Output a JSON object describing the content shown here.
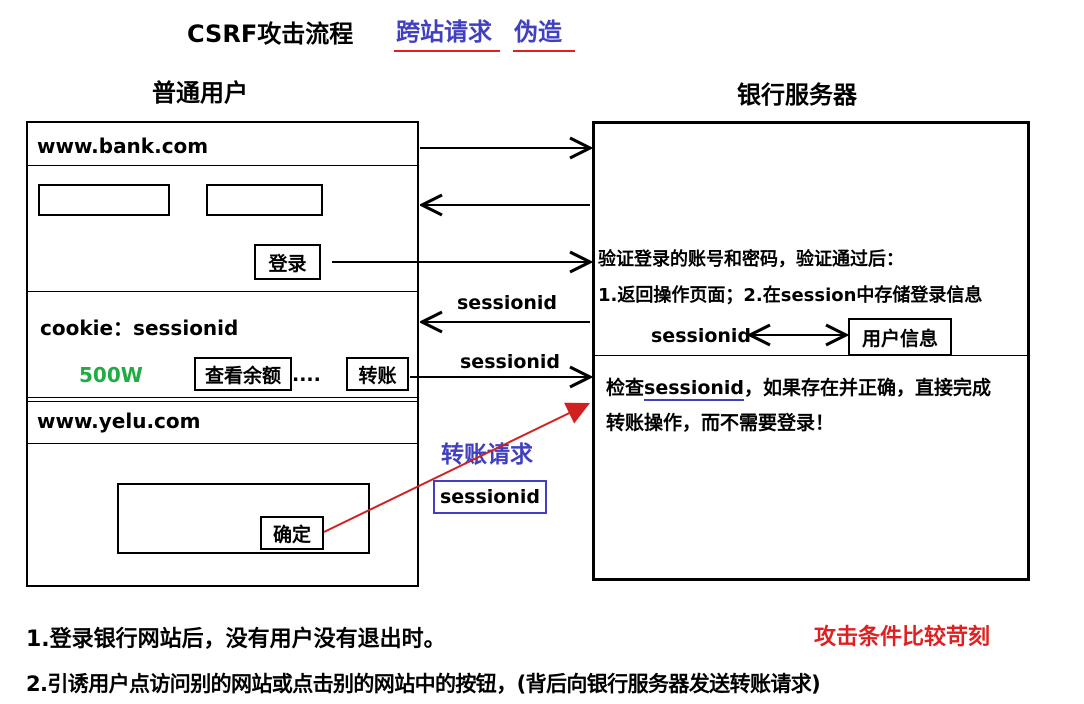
{
  "title": {
    "main": "CSRF攻击流程",
    "term1": "跨站请求",
    "term2": "伪造",
    "accent_color": "#4040c0",
    "underline_color": "#e02020"
  },
  "user_side": {
    "heading": "普通用户",
    "bank_url": "www.bank.com",
    "login_button": "登录",
    "cookie_label": "cookie：sessionid",
    "balance": "500W",
    "balance_color": "#22aa44",
    "check_balance_button": "查看余额",
    "ellipsis": "....",
    "transfer_button": "转账",
    "evil_url": "www.yelu.com",
    "confirm_button": "确定"
  },
  "server_side": {
    "heading": "银行服务器",
    "verify_text": "验证登录的账号和密码，验证通过后：",
    "step_text": "1.返回操作页面；2.在session中存储登录信息",
    "session_key": "sessionid",
    "user_info": "用户信息",
    "check_line1_prefix": "检查",
    "check_line1_key": "sessionid",
    "check_line1_suffix": "，如果存在并正确，直接完成",
    "check_line2": "转账操作，而不需要登录！"
  },
  "arrows": {
    "sessionid_response": "sessionid",
    "sessionid_request": "sessionid",
    "forged_request_label": "转账请求",
    "forged_sessionid": "sessionid"
  },
  "notes": {
    "condition1": "1.登录银行网站后，没有用户没有退出时。",
    "condition2": "2.引诱用户点访问别的网站或点击别的网站中的按钮，(背后向银行服务器发送转账请求)",
    "warning": "攻击条件比较苛刻",
    "warning_color": "#e02020"
  }
}
